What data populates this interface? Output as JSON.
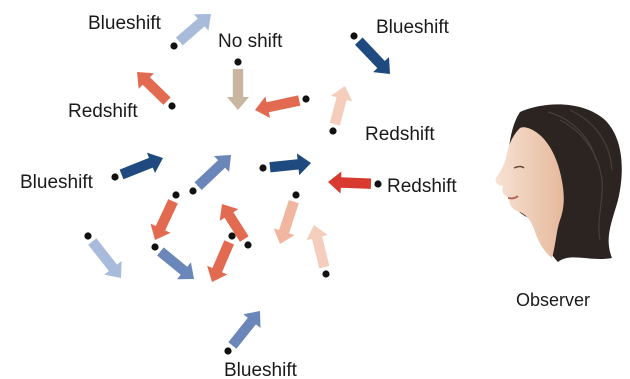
{
  "labels": {
    "blueshift_top_left": "Blueshift",
    "no_shift": "No shift",
    "blueshift_top_right": "Blueshift",
    "redshift_left": "Redshift",
    "redshift_right": "Redshift",
    "blueshift_mid_left": "Blueshift",
    "redshift_mid_right": "Redshift",
    "blueshift_bottom": "Blueshift",
    "observer": "Observer"
  },
  "colors": {
    "blue_strong": "#1f4a80",
    "blue_medium": "#6b86b8",
    "blue_light": "#a9bbda",
    "red_strong": "#d83a30",
    "red_medium": "#e26a50",
    "red_light": "#f0b6a0",
    "red_pale": "#f5cdbd",
    "neutral": "#c9b6a0",
    "dot": "#111111",
    "hair": "#2b2420",
    "skin": "#f3d7c4"
  }
}
